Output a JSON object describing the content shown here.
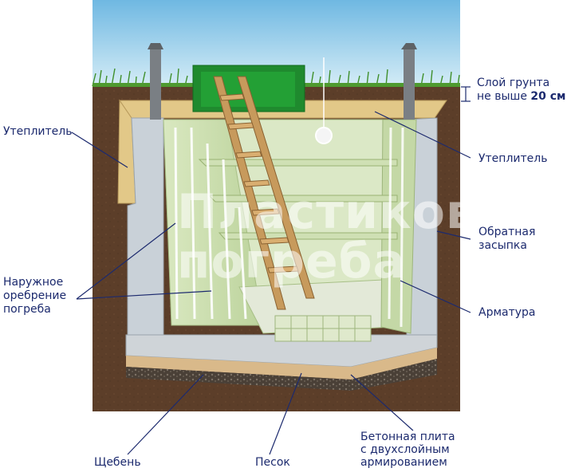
{
  "labels": {
    "soil_layer_line1": "Слой грунта",
    "soil_layer_line2_prefix": "не выше ",
    "soil_layer_line2_value": "20 см",
    "insulation_left": "Утеплитель",
    "insulation_right": "Утеплитель",
    "backfill_line1": "Обратная",
    "backfill_line2": "засыпка",
    "ribbing_line1": "Наружное",
    "ribbing_line2": "оребрение",
    "ribbing_line3": "погреба",
    "rebar": "Арматура",
    "gravel": "Щебень",
    "sand": "Песок",
    "slab_line1": "Бетонная плита",
    "slab_line2": "с двухслойным",
    "slab_line3": "армированием"
  },
  "watermark": {
    "line1": "Пластиковые",
    "line2": "погреба"
  },
  "colors": {
    "label_text": "#1c2a6e",
    "sky": "#9fd0ea",
    "soil": "#5a3d28",
    "insulation": "#e2c888",
    "concrete": "#c9d1d8",
    "cellar_wall": "#cfe0b4",
    "hatch": "#1f8a2e",
    "ladder": "#c79a5c",
    "vent_pipe": "#7a7f84"
  }
}
